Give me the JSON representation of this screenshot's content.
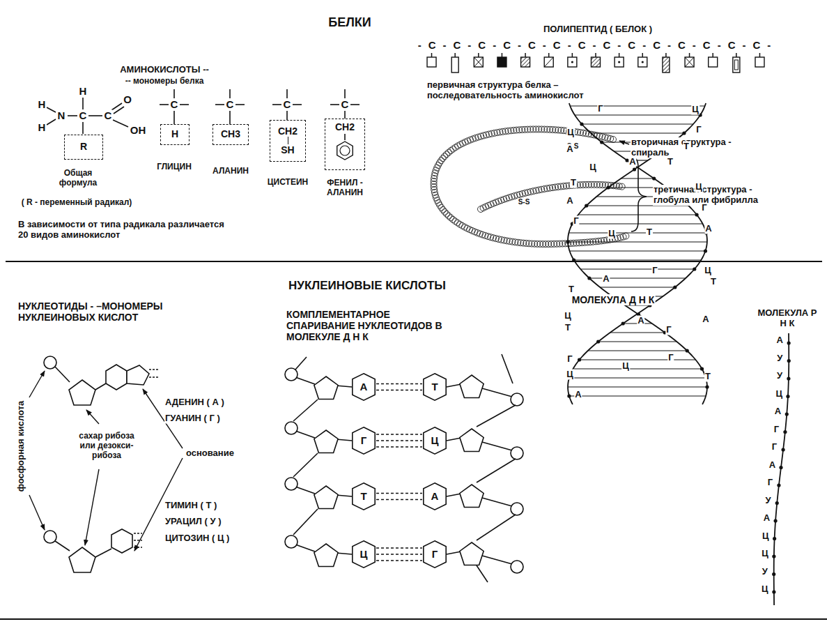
{
  "diagram": {
    "title": "БЕЛКИ",
    "nodes": [
      {
        "text": [
          "R"
        ]
      },
      {
        "text": [
          "H"
        ]
      },
      {
        "text": [
          "CH3"
        ]
      },
      {
        "text": [
          "CH2",
          "SH"
        ]
      },
      {
        "text": [
          "CH2"
        ]
      },
      {
        "text": [
          "А"
        ]
      },
      {
        "text": [
          "Т"
        ]
      },
      {
        "text": [
          "Г"
        ]
      },
      {
        "text": [
          "Ц"
        ]
      },
      {
        "text": [
          "Т"
        ]
      },
      {
        "text": [
          "А"
        ]
      },
      {
        "text": [
          "Ц"
        ]
      },
      {
        "text": [
          "Г"
        ]
      }
    ],
    "edges": [
      {
        "from": 5,
        "to": 6,
        "arrow": "none"
      },
      {
        "from": 5,
        "to": 6,
        "arrow": "none"
      },
      {
        "from": 7,
        "to": 8,
        "arrow": "none"
      },
      {
        "from": 7,
        "to": 8,
        "arrow": "none"
      },
      {
        "from": 7,
        "to": 8,
        "arrow": "none"
      },
      {
        "from": 9,
        "to": 10,
        "arrow": "none"
      },
      {
        "from": 9,
        "to": 10,
        "arrow": "none"
      },
      {
        "from": 11,
        "to": 12,
        "arrow": "none"
      },
      {
        "from": 11,
        "to": 12,
        "arrow": "none"
      },
      {
        "from": 11,
        "to": 12,
        "arrow": "none"
      }
    ],
    "labels": [
      "АМИНОКИСЛОТЫ --",
      "-- мономеры белка",
      "H",
      "H",
      "N",
      "H",
      "C",
      "C",
      "O",
      "OH",
      "Общая формула",
      "( R - переменный радикал)",
      "В зависимости от типа радикала различается 20 видов аминокислот",
      "C",
      "C",
      "C",
      "C",
      "ГЛИЦИН",
      "АЛАНИН",
      "ЦИСТЕИН",
      "ФЕНИЛ - АЛАНИН",
      "ПОЛИПЕПТИД ( БЕЛОК )",
      "-C-C-C-C-C-C-C-C-C-C-C-C-C-C-",
      "первичная структура белка – последовательность аминокислот",
      "S-S",
      "S-S",
      "вторичная структура - спираль",
      "третичная структура - глобула или фибрилла",
      "НУКЛЕОТИДЫ - –МОНОМЕРЫ НУКЛЕИНОВЫХ КИСЛОТ",
      "НУКЛЕИНОВЫЕ КИСЛОТЫ",
      "фосфорная кислота",
      "сахар рибоза или дезокси- рибоза",
      "основание",
      "АДЕНИН ( А )",
      "ГУАНИН ( Г )",
      "ТИМИН ( Т )",
      "УРАЦИЛ ( У )",
      "ЦИТОЗИН ( Ц )",
      "КОМПЛЕМЕНТАРНОЕ СПАРИВАНИЕ НУКЛЕОТИДОВ В МОЛЕКУЛЕ Д Н К",
      "МОЛЕКУЛА Д Н К",
      "МОЛЕКУЛА Р Н К",
      "Г",
      "Ц",
      "Ц",
      "Г",
      "А",
      "Т",
      "Ц",
      "А",
      "Т",
      "Т",
      "Ц",
      "А",
      "Г",
      "Г",
      "Ц",
      "Т",
      "А",
      "Г",
      "Ц",
      "А",
      "Т",
      "Т",
      "Ц",
      "А",
      "А",
      "Т",
      "Г",
      "Г",
      "Ц",
      "Г",
      "Ц",
      "Т",
      "А",
      "А",
      "У",
      "У",
      "Ц",
      "А",
      "Г",
      "Г",
      "А",
      "Г",
      "У",
      "А",
      "Ц",
      "Ц",
      "У",
      "Ц"
    ]
  }
}
